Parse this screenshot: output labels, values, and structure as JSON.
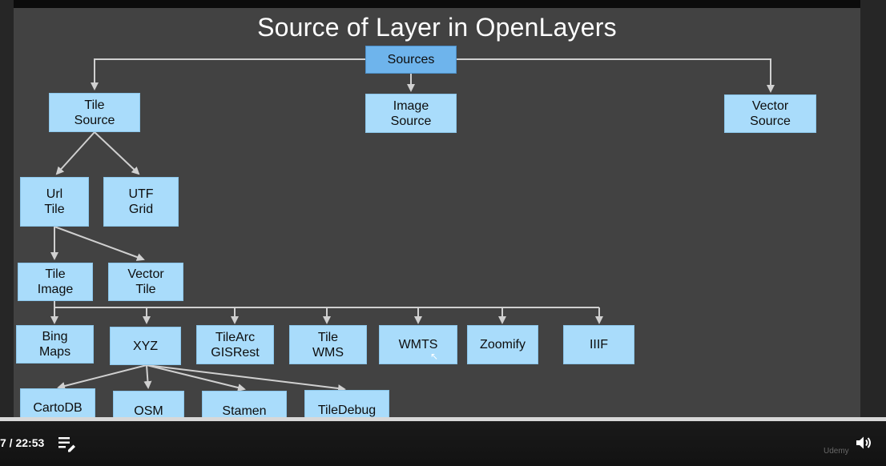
{
  "slide": {
    "title": "Source of Layer in OpenLayers",
    "nodes": {
      "sources": "Sources",
      "tile_source": "Tile\nSource",
      "image_source": "Image\nSource",
      "vector_source": "Vector\nSource",
      "url_tile": "Url\nTile",
      "utf_grid": "UTF\nGrid",
      "tile_image": "Tile\nImage",
      "vector_tile": "Vector\nTile",
      "bing_maps": "Bing\nMaps",
      "xyz": "XYZ",
      "tilearc_gisrest": "TileArc\nGISRest",
      "tile_wms": "Tile\nWMS",
      "wmts": "WMTS",
      "zoomify": "Zoomify",
      "iiif": "IIIF",
      "cartodb": "CartoDB",
      "osm": "OSM",
      "stamen": "Stamen",
      "tiledebug": "TileDebug"
    }
  },
  "player": {
    "time": "7 / 22:53",
    "watermark": "Udemy"
  },
  "colors": {
    "slide_bg": "#424242",
    "node_fill": "#a9dcfb",
    "root_fill": "#6eb4ec",
    "edge": "#d0d0d0"
  }
}
